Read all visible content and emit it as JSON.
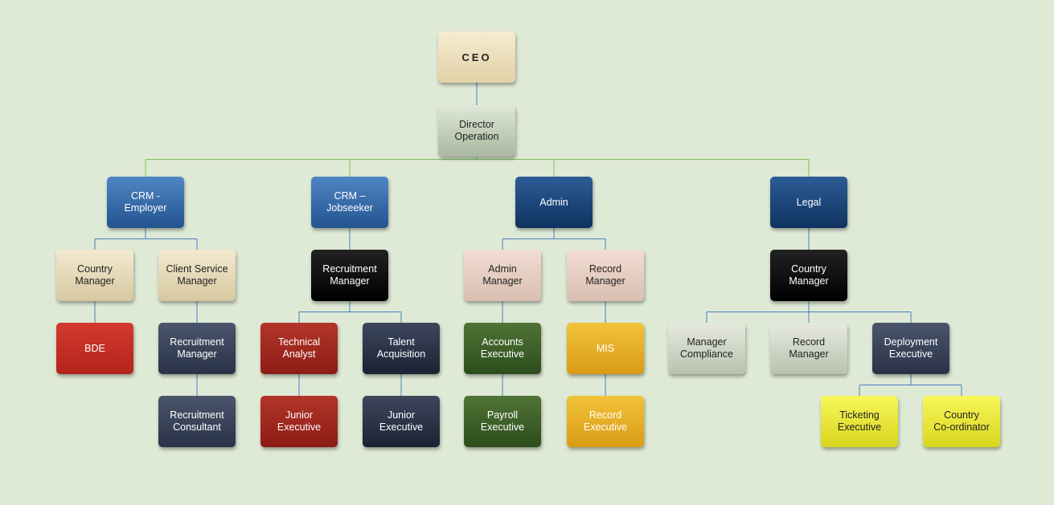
{
  "nodes": [
    {
      "id": "ceo",
      "label": "CEO",
      "theme": "tan"
    },
    {
      "id": "director",
      "label": "Director\nOperation",
      "theme": "sage",
      "parent": "ceo"
    },
    {
      "id": "crm-employer",
      "label": "CRM -\nEmployer",
      "theme": "blue",
      "parent": "director"
    },
    {
      "id": "crm-jobseeker",
      "label": "CRM –\nJobseeker",
      "theme": "blue",
      "parent": "director"
    },
    {
      "id": "admin",
      "label": "Admin",
      "theme": "navy",
      "parent": "director"
    },
    {
      "id": "legal",
      "label": "Legal",
      "theme": "navy",
      "parent": "director"
    },
    {
      "id": "country-manager-1",
      "label": "Country\nManager",
      "theme": "cream",
      "parent": "crm-employer"
    },
    {
      "id": "client-service-manager",
      "label": "Client Service\nManager",
      "theme": "cream",
      "parent": "crm-employer"
    },
    {
      "id": "recruitment-manager-1",
      "label": "Recruitment\nManager",
      "theme": "black",
      "parent": "crm-jobseeker"
    },
    {
      "id": "admin-manager",
      "label": "Admin\nManager",
      "theme": "pink",
      "parent": "admin"
    },
    {
      "id": "record-manager-1",
      "label": "Record\nManager",
      "theme": "pink",
      "parent": "admin"
    },
    {
      "id": "country-manager-2",
      "label": "Country\nManager",
      "theme": "black",
      "parent": "legal"
    },
    {
      "id": "bde",
      "label": "BDE",
      "theme": "red",
      "parent": "country-manager-1"
    },
    {
      "id": "recruitment-manager-2",
      "label": "Recruitment\nManager",
      "theme": "slate",
      "parent": "client-service-manager"
    },
    {
      "id": "technical-analyst",
      "label": "Technical\nAnalyst",
      "theme": "dred",
      "parent": "recruitment-manager-1"
    },
    {
      "id": "talent-acquisition",
      "label": "Talent\nAcquisition",
      "theme": "dslate",
      "parent": "recruitment-manager-1"
    },
    {
      "id": "accounts-executive",
      "label": "Accounts\nExecutive",
      "theme": "green",
      "parent": "admin-manager"
    },
    {
      "id": "mis",
      "label": "MIS",
      "theme": "gold",
      "parent": "record-manager-1"
    },
    {
      "id": "manager-compliance",
      "label": "Manager\nCompliance",
      "theme": "ltgrey",
      "parent": "country-manager-2"
    },
    {
      "id": "record-manager-2",
      "label": "Record\nManager",
      "theme": "ltgrey",
      "parent": "country-manager-2"
    },
    {
      "id": "deployment-executive",
      "label": "Deployment\nExecutive",
      "theme": "slate",
      "parent": "country-manager-2"
    },
    {
      "id": "recruitment-consultant",
      "label": "Recruitment\nConsultant",
      "theme": "slate",
      "parent": "recruitment-manager-2"
    },
    {
      "id": "junior-executive-1",
      "label": "Junior\nExecutive",
      "theme": "dred",
      "parent": "technical-analyst"
    },
    {
      "id": "junior-executive-2",
      "label": "Junior\nExecutive",
      "theme": "dslate",
      "parent": "talent-acquisition"
    },
    {
      "id": "payroll-executive",
      "label": "Payroll\nExecutive",
      "theme": "green",
      "parent": "accounts-executive"
    },
    {
      "id": "record-executive",
      "label": "Record\nExecutive",
      "theme": "gold",
      "parent": "mis"
    },
    {
      "id": "ticketing-executive",
      "label": "Ticketing\nExecutive",
      "theme": "yellow",
      "parent": "deployment-executive"
    },
    {
      "id": "country-coordinator",
      "label": "Country\nCo-ordinator",
      "theme": "yellow",
      "parent": "deployment-executive"
    }
  ],
  "colors": {
    "background": "#dfead6",
    "connector_top": "#7cc05a",
    "connector": "#4a7fc1"
  }
}
